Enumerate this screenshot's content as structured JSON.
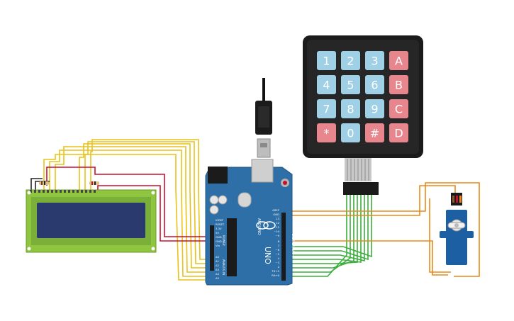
{
  "keypad": {
    "keys": [
      {
        "label": "1",
        "kind": "digit"
      },
      {
        "label": "2",
        "kind": "digit"
      },
      {
        "label": "3",
        "kind": "digit"
      },
      {
        "label": "A",
        "kind": "letter"
      },
      {
        "label": "4",
        "kind": "digit"
      },
      {
        "label": "5",
        "kind": "digit"
      },
      {
        "label": "6",
        "kind": "digit"
      },
      {
        "label": "B",
        "kind": "letter"
      },
      {
        "label": "7",
        "kind": "digit"
      },
      {
        "label": "8",
        "kind": "digit"
      },
      {
        "label": "9",
        "kind": "digit"
      },
      {
        "label": "C",
        "kind": "letter"
      },
      {
        "label": "*",
        "kind": "symbol"
      },
      {
        "label": "0",
        "kind": "digit"
      },
      {
        "label": "#",
        "kind": "symbol"
      },
      {
        "label": "D",
        "kind": "letter"
      }
    ]
  },
  "arduino": {
    "board_name": "UNO",
    "brand": "ARDUINO",
    "digital_label": "DIGITAL (PWM~)",
    "power_label": "POWER",
    "analog_label": "ANALOG IN",
    "aref": "AREF",
    "gnd": "GND",
    "power_pins": [
      "IOREF",
      "RESET",
      "3.3V",
      "5V",
      "GND",
      "GND",
      "Vin"
    ],
    "analog_pins": [
      "A0",
      "A1",
      "A2",
      "A3",
      "A4",
      "A5"
    ],
    "digital_pins": [
      "13",
      "12",
      "~11",
      "~10",
      "~9",
      "8",
      "7",
      "~6",
      "~5",
      "4",
      "~3",
      "2",
      "TX→1",
      "RX←0"
    ]
  },
  "colors": {
    "wire_yellow": "#e8c21a",
    "wire_red": "#c8102e",
    "wire_green": "#3cae3c",
    "wire_orange": "#e8891a",
    "board_blue": "#2d6fa6",
    "key_blue": "#9fd0e6",
    "key_red": "#e8868e",
    "keypad_body": "#1b1b1b",
    "lcd_green": "#8fc53f",
    "lcd_screen": "#2a3a6e",
    "servo_blue": "#1d5fa3"
  },
  "icons": [
    "usb-plug-icon",
    "arduino-logo-icon",
    "servo-horn-icon"
  ]
}
